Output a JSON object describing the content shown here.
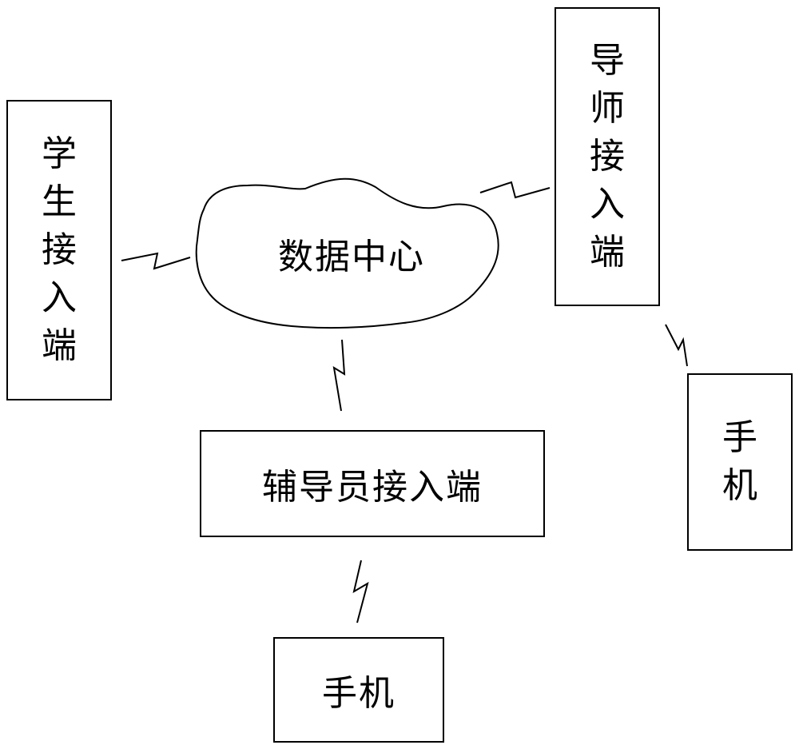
{
  "diagram": {
    "data_center": {
      "label": "数据中心"
    },
    "student_terminal": {
      "label": "学生接入端"
    },
    "teacher_terminal": {
      "label": "导师接入端"
    },
    "counselor_terminal": {
      "label": "辅导员接入端"
    },
    "phone_right": {
      "label": "手机"
    },
    "phone_bottom": {
      "label": "手机"
    },
    "links": [
      {
        "from": "student_terminal",
        "to": "data_center",
        "kind": "wireless"
      },
      {
        "from": "teacher_terminal",
        "to": "data_center",
        "kind": "wireless"
      },
      {
        "from": "counselor_terminal",
        "to": "data_center",
        "kind": "wireless"
      },
      {
        "from": "teacher_terminal",
        "to": "phone_right",
        "kind": "wireless"
      },
      {
        "from": "counselor_terminal",
        "to": "phone_bottom",
        "kind": "wireless"
      }
    ]
  }
}
